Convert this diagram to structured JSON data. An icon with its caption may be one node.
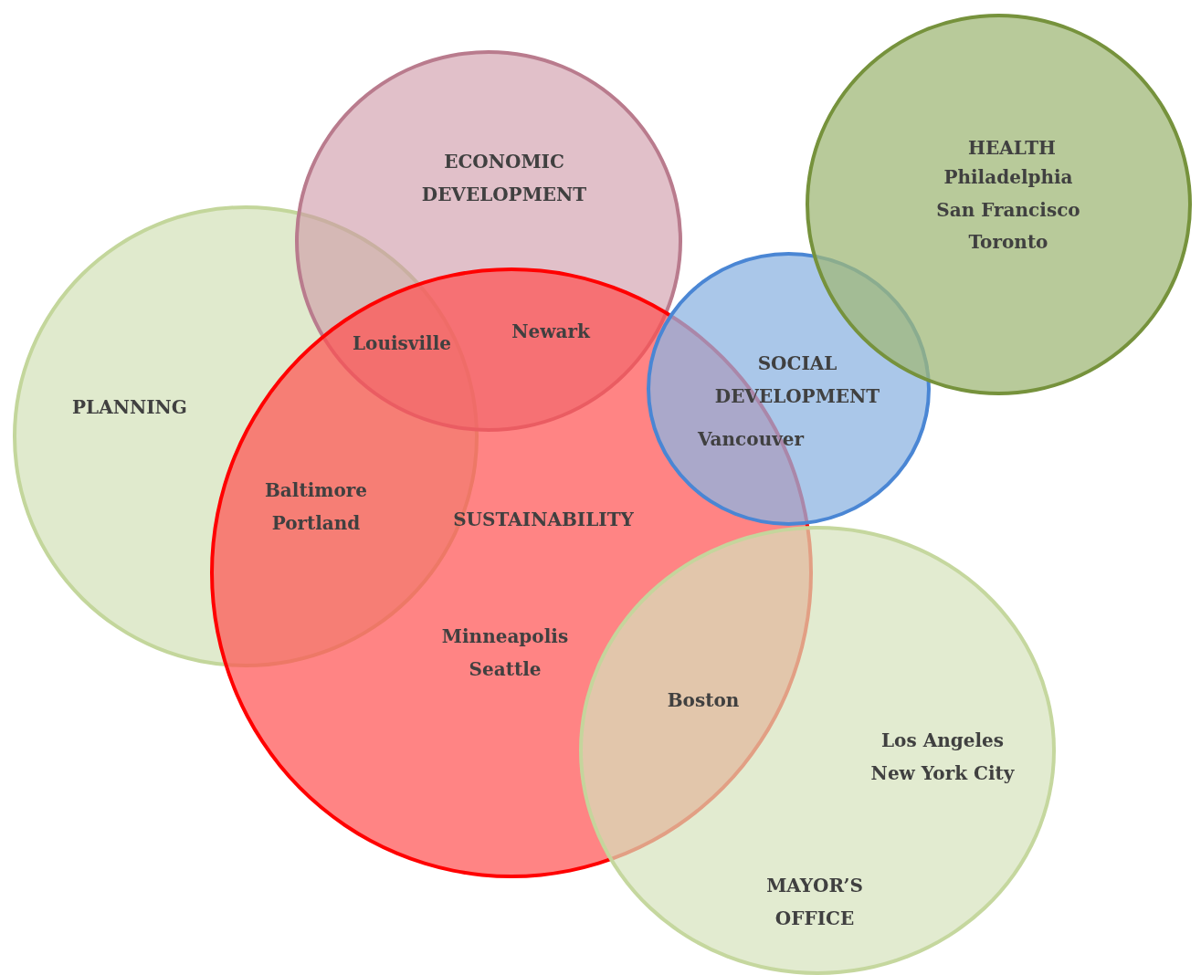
{
  "diagram": {
    "nodes": [
      {
        "text": [
          "PLANNING"
        ]
      },
      {
        "text": [
          "ECONOMIC DEVELOPMENT"
        ]
      },
      {
        "text": [
          "SUSTAINABILITY"
        ]
      },
      {
        "text": [
          "SOCIAL DEVELOPMENT"
        ]
      },
      {
        "text": [
          "HEALTH"
        ]
      },
      {
        "text": [
          "MAYOR’S OFFICE"
        ]
      }
    ],
    "labels": [
      "Philadelphia",
      "San Francisco",
      "Toronto",
      "Newark",
      "Louisville",
      "Vancouver",
      "Baltimore",
      "Portland",
      "Minneapolis",
      "Seattle",
      "Boston",
      "Los Angeles",
      "New York City"
    ]
  }
}
